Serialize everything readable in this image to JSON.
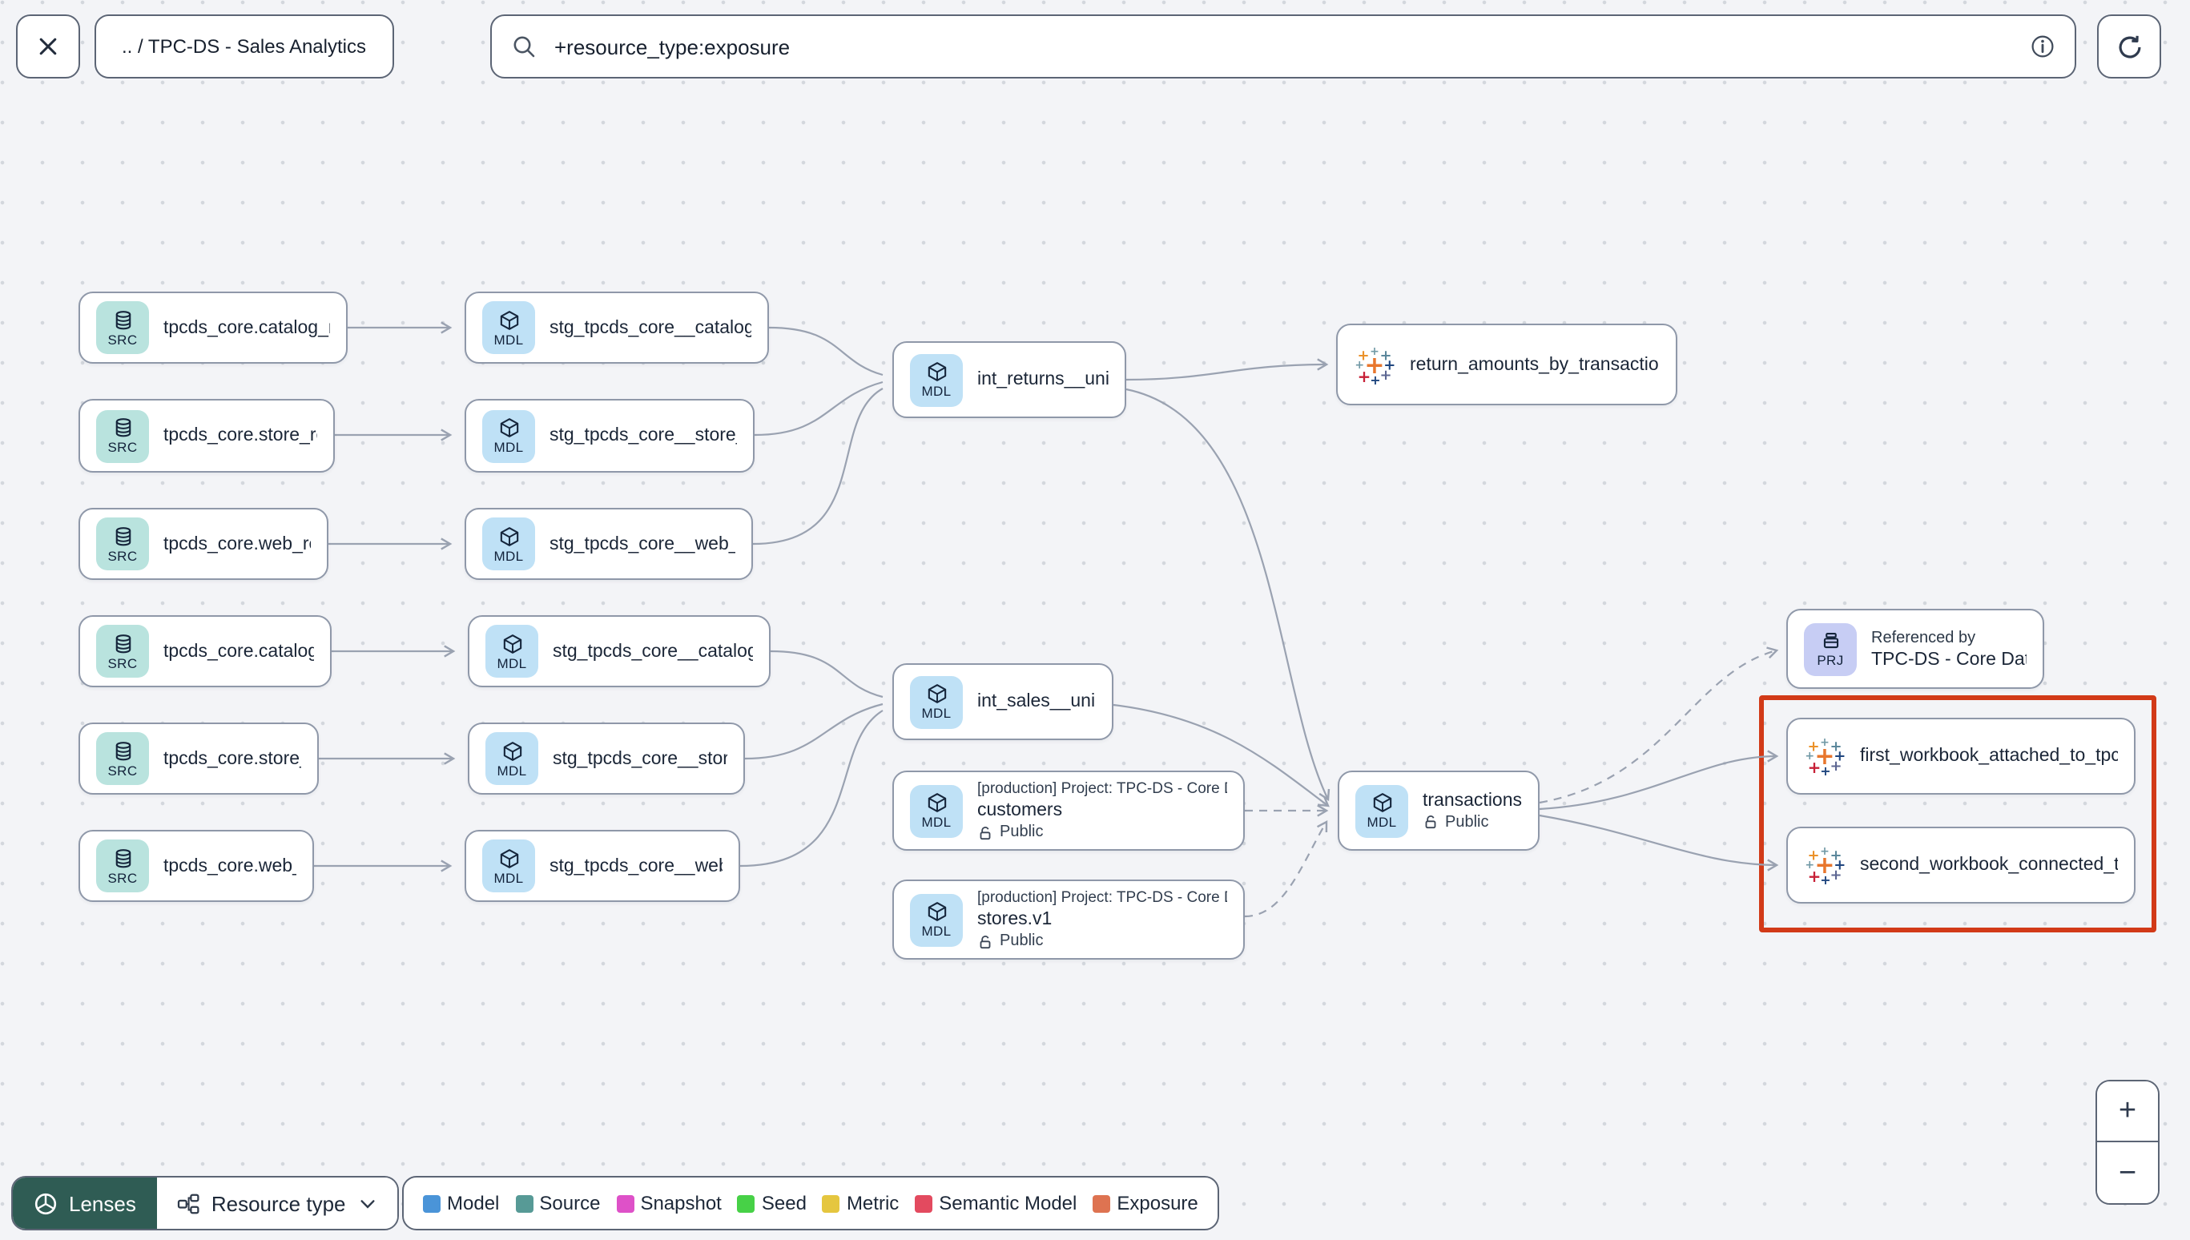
{
  "topbar": {
    "close": "✕",
    "breadcrumb": ".. / TPC-DS - Sales Analytics",
    "search_value": "+resource_type:exposure"
  },
  "nodes": [
    {
      "badge": "SRC",
      "title": "tpcds_core.catalog_returns"
    },
    {
      "badge": "SRC",
      "title": "tpcds_core.store_returns"
    },
    {
      "badge": "SRC",
      "title": "tpcds_core.web_returns"
    },
    {
      "badge": "SRC",
      "title": "tpcds_core.catalog_sales"
    },
    {
      "badge": "SRC",
      "title": "tpcds_core.store_sales"
    },
    {
      "badge": "SRC",
      "title": "tpcds_core.web_sales"
    },
    {
      "badge": "MDL",
      "title": "stg_tpcds_core__catalog_returns"
    },
    {
      "badge": "MDL",
      "title": "stg_tpcds_core__store_returns"
    },
    {
      "badge": "MDL",
      "title": "stg_tpcds_core__web_returns"
    },
    {
      "badge": "MDL",
      "title": "stg_tpcds_core__catalog_sales"
    },
    {
      "badge": "MDL",
      "title": "stg_tpcds_core__store_sales"
    },
    {
      "badge": "MDL",
      "title": "stg_tpcds_core__web_sales"
    },
    {
      "badge": "MDL",
      "title": "int_returns__unioned"
    },
    {
      "title": "return_amounts_by_transaction_type"
    },
    {
      "badge": "MDL",
      "title": "int_sales__unioned"
    },
    {
      "badge": "MDL",
      "project": "[production] Project: TPC-DS - Core Data Mo…",
      "title": "customers",
      "access": "Public"
    },
    {
      "badge": "MDL",
      "project": "[production] Project: TPC-DS - Core Data Mo…",
      "title": "stores.v1",
      "access": "Public"
    },
    {
      "badge": "MDL",
      "title": "transactions",
      "access": "Public"
    },
    {
      "badge": "PRJ",
      "subtitle": "Referenced by",
      "title": "TPC-DS - Core Data Models"
    },
    {
      "title": "first_workbook_attached_to_tpc-ds_-_…"
    },
    {
      "title": "second_workbook_connected_to_live…"
    }
  ],
  "footer": {
    "lenses_label": "Lenses",
    "resource_type_label": "Resource type",
    "legend": [
      {
        "label": "Model",
        "color": "#4a94d8"
      },
      {
        "label": "Source",
        "color": "#579a96"
      },
      {
        "label": "Snapshot",
        "color": "#de51c8"
      },
      {
        "label": "Seed",
        "color": "#47d147"
      },
      {
        "label": "Metric",
        "color": "#e5c63f"
      },
      {
        "label": "Semantic Model",
        "color": "#e34a5f"
      },
      {
        "label": "Exposure",
        "color": "#de7351"
      }
    ]
  },
  "zoom_controls": {
    "zoom_in": "+",
    "zoom_out": "−"
  },
  "colors": {
    "highlight_box": "#d23a18",
    "lenses_bg": "#2f5c54",
    "src_chip": "#b9e3de",
    "mdl_chip": "#bfe1f6",
    "prj_chip": "#c7cdf4",
    "edge": "#9aa2b1"
  }
}
